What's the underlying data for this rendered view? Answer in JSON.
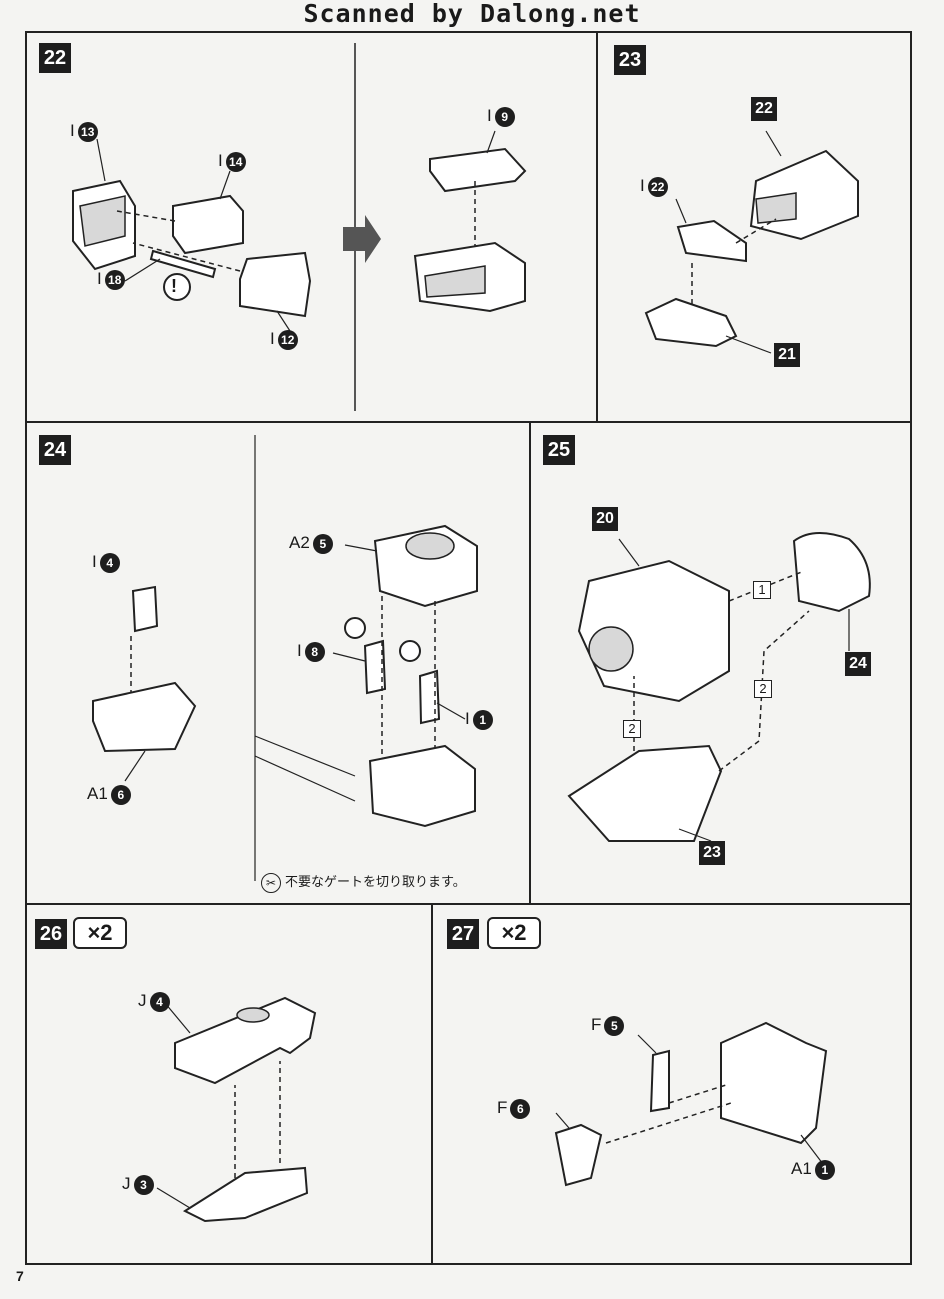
{
  "header": {
    "scan_credit": "Scanned by Dalong.net"
  },
  "page_number": "7",
  "cut_gate_note": "不要なゲートを切り取ります。",
  "steps": {
    "s22": {
      "number": "22",
      "parts": {
        "p13": {
          "letter": "I",
          "num": "13"
        },
        "p14": {
          "letter": "I",
          "num": "14"
        },
        "p18": {
          "letter": "I",
          "num": "18"
        },
        "p12": {
          "letter": "I",
          "num": "12"
        },
        "p9": {
          "letter": "I",
          "num": "9"
        }
      },
      "caution": "!"
    },
    "s23": {
      "number": "23",
      "parts": {
        "p22": {
          "letter": "I",
          "num": "22"
        }
      },
      "refs": {
        "r22": "22",
        "r21": "21"
      }
    },
    "s24": {
      "number": "24",
      "parts": {
        "p4": {
          "letter": "I",
          "num": "4"
        },
        "a1_6": {
          "letter": "A1",
          "num": "6"
        },
        "a2_5": {
          "letter": "A2",
          "num": "5"
        },
        "p8": {
          "letter": "I",
          "num": "8"
        },
        "p1": {
          "letter": "I",
          "num": "1"
        }
      }
    },
    "s25": {
      "number": "25",
      "refs": {
        "r20": "20",
        "r24": "24",
        "r23": "23"
      },
      "order": {
        "o1": "1",
        "o2a": "2",
        "o2b": "2"
      }
    },
    "s26": {
      "number": "26",
      "times": "×2",
      "parts": {
        "j4": {
          "letter": "J",
          "num": "4"
        },
        "j3": {
          "letter": "J",
          "num": "3"
        }
      }
    },
    "s27": {
      "number": "27",
      "times": "×2",
      "parts": {
        "f5": {
          "letter": "F",
          "num": "5"
        },
        "f6": {
          "letter": "F",
          "num": "6"
        },
        "a1_1": {
          "letter": "A1",
          "num": "1"
        }
      }
    }
  }
}
